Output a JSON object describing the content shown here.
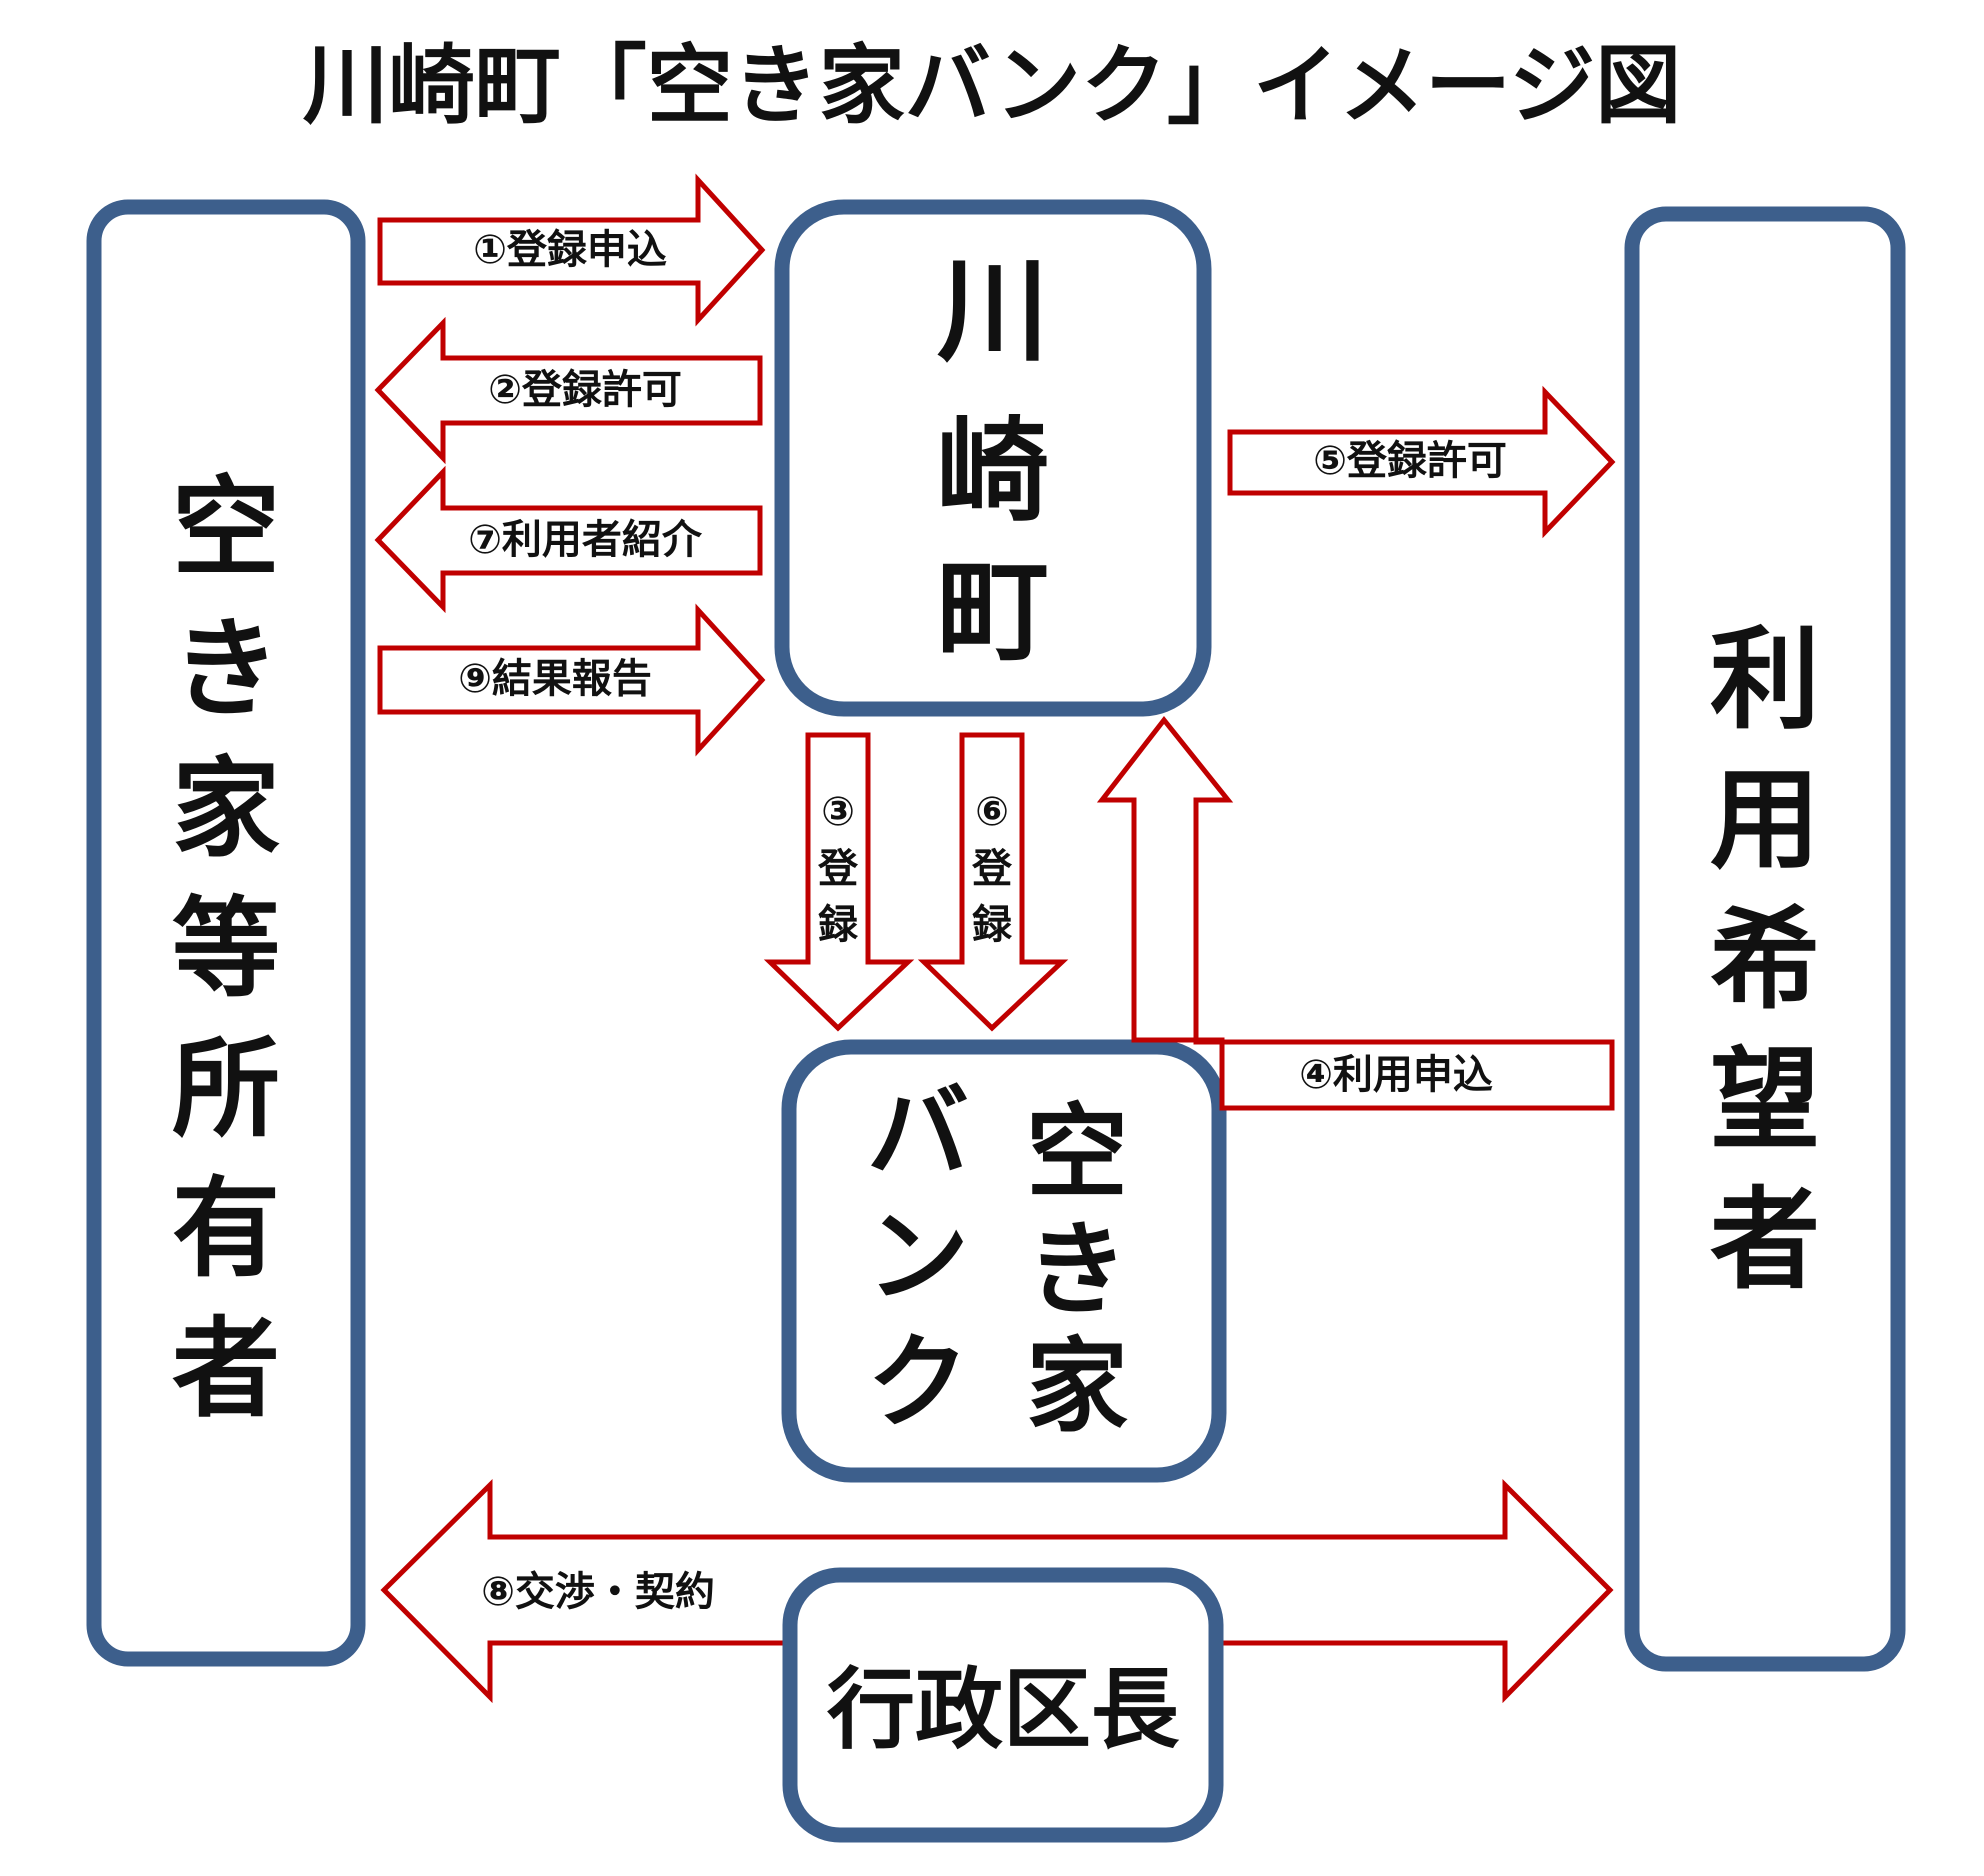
{
  "title": "川崎町「空き家バンク」イメージ図",
  "colors": {
    "box_stroke": "#3d5f8c",
    "arrow_stroke": "#c00000",
    "text": "#111111",
    "background": "#ffffff"
  },
  "nodes": {
    "owner": {
      "label": [
        "空",
        "き",
        "家",
        "等",
        "所",
        "有",
        "者"
      ]
    },
    "town": {
      "label": [
        "川",
        "崎",
        "町"
      ]
    },
    "bank": {
      "col_right": [
        "空",
        "き",
        "家"
      ],
      "col_left": [
        "バ",
        "ン",
        "ク"
      ]
    },
    "user": {
      "label": [
        "利",
        "用",
        "希",
        "望",
        "者"
      ]
    },
    "ward": {
      "label": "行政区長"
    }
  },
  "flows": {
    "f1": "①登録申込",
    "f2": "②登録許可",
    "f3": [
      "③",
      "登",
      "録"
    ],
    "f4": "④利用申込",
    "f5": "⑤登録許可",
    "f6": [
      "⑥",
      "登",
      "録"
    ],
    "f7": "⑦利用者紹介",
    "f8": "⑧交渉・契約",
    "f9": "⑨結果報告"
  }
}
